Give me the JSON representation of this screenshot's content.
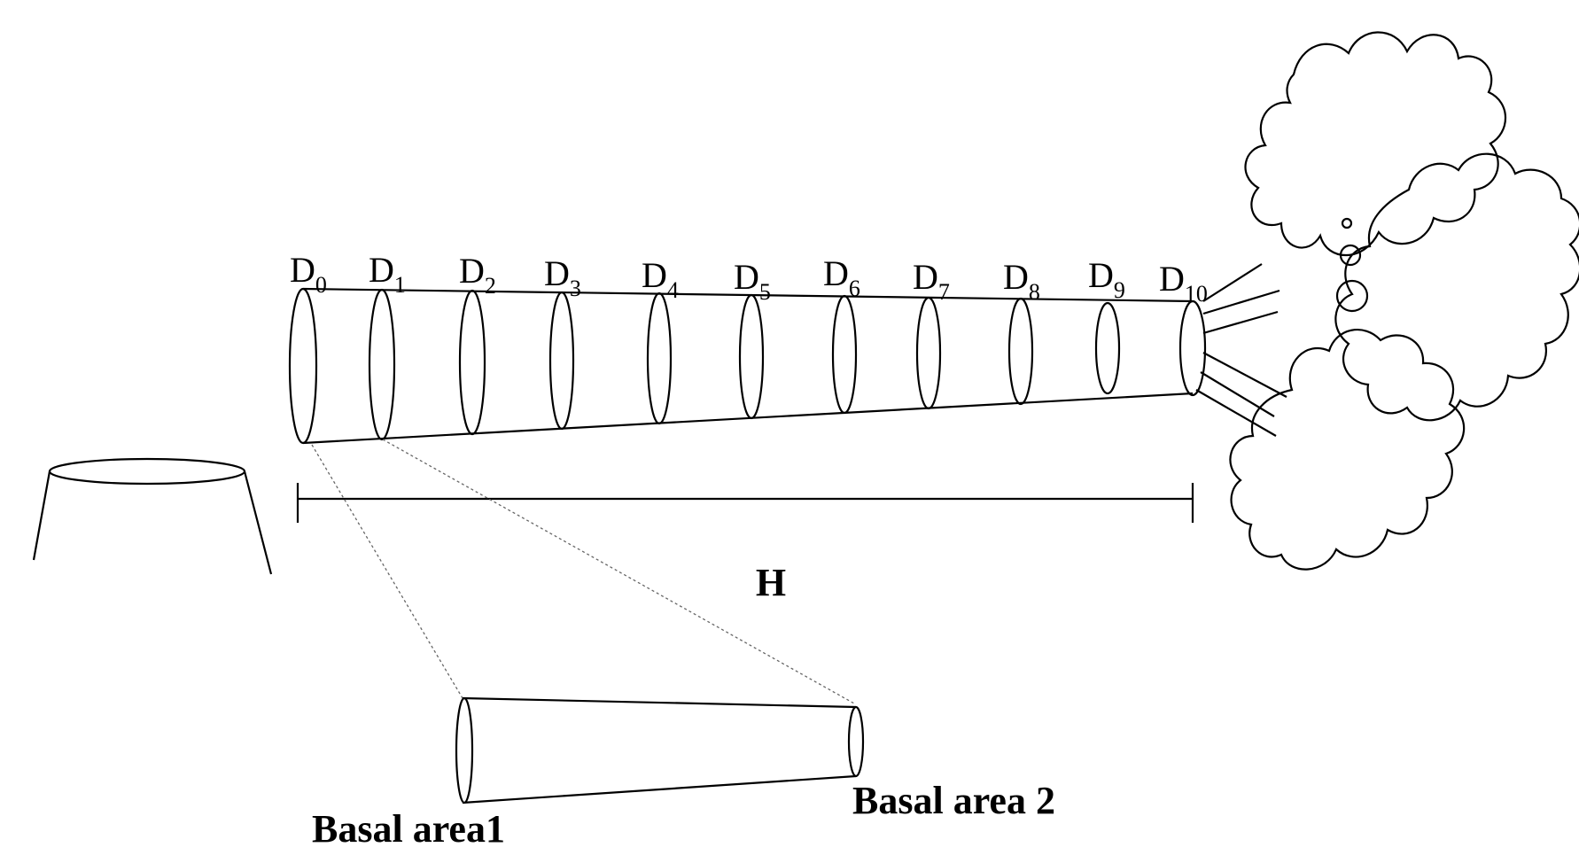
{
  "diagram": {
    "section_labels": [
      {
        "letter": "D",
        "sub": "0"
      },
      {
        "letter": "D",
        "sub": "1"
      },
      {
        "letter": "D",
        "sub": "2"
      },
      {
        "letter": "D",
        "sub": "3"
      },
      {
        "letter": "D",
        "sub": "4"
      },
      {
        "letter": "D",
        "sub": "5"
      },
      {
        "letter": "D",
        "sub": "6"
      },
      {
        "letter": "D",
        "sub": "7"
      },
      {
        "letter": "D",
        "sub": "8"
      },
      {
        "letter": "D",
        "sub": "9"
      },
      {
        "letter": "D",
        "sub": "10"
      }
    ],
    "height_label": "H",
    "basal_area_1_label": "Basal area1",
    "basal_area_2_label": "Basal area 2",
    "line_color": "#000000",
    "background_color": "#ffffff"
  }
}
